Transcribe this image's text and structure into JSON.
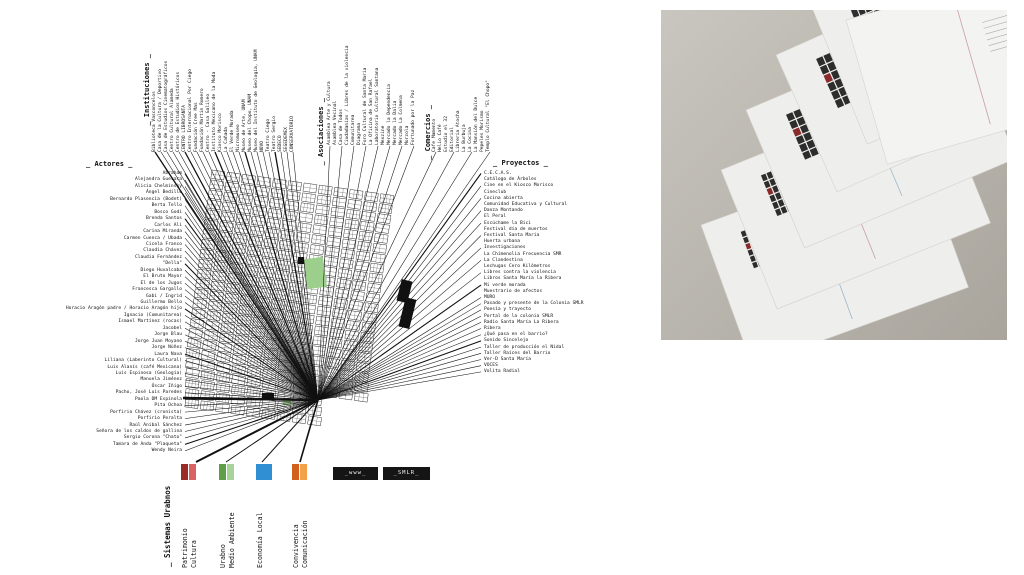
{
  "headings": {
    "actores": "Actores",
    "instituciones": "Instituciones",
    "asociaciones": "Asociaciones",
    "comercios": "Comercios",
    "proyectos": "Proyectos"
  },
  "actores": [
    "Abraham",
    "Alejandra Guevara",
    "Alicia Chelminsky",
    "Ángel Bedillo",
    "Bernardo Plasencia (Bodet)",
    "Berta Tello",
    "Bosco Godi",
    "Brenda Santos",
    "Carlos Ali",
    "Carina Miranda",
    "Carmen Cuenca / Ubada",
    "Cicela Franco",
    "Claudia Chávez",
    "Claudia Fernández",
    "\"Della\"",
    "Diego Huvalcaba",
    "El Bruto Mayor",
    "El de los Jugos",
    "Francesca Gargallo",
    "Gabi / Ingrid",
    "Guillermo Bello",
    "Horacio Aragón padre / Horacio Aragón hijo",
    "Ignacio (Comunitarea)",
    "Ismael Martínez (rocas)",
    "Jacobel",
    "Jorge Blau",
    "Jorge Juan Moyano",
    "Jorge Núñez",
    "Laura Nava",
    "Liliana (Laberinto Cultural)",
    "Luis Alanís (café Mexicana)",
    "Luis Espinosa (Geología)",
    "Manuela Jiménez",
    "Óscar Iñigo",
    "Pacho, José Luis Paredes",
    "Paola DM Espinola",
    "Pita Ochoa",
    "Porfirio Chávez (cronista)",
    "Porfirio Peralta",
    "Raúl Aníbal Sánchez",
    "Señora de los caldos de gallina",
    "Sergio Corona \"Chato\"",
    "Tamara de Anda \"Plaqueta\"",
    "Wendy Neira"
  ],
  "instituciones": [
    "Biblioteca Vasconcelos",
    "Casa de la Cultura / Deportivo",
    "Casa de Estudios Cinematográficos",
    "Centro Cultural Alameda",
    "Centro de Estudios Históricos",
    "CENTRO LIBROSANTA",
    "Centro Internacional Por Ciego",
    "Fundación Cree Mas",
    "Fundación Martín Romero",
    "Centro - Casa Galileo",
    "Instituto Mexicano de la Moda",
    "Kiosco Morisco",
    "La Cañada",
    "El Verde Morada",
    "Micromuseo",
    "Museo de Arte, UNAM",
    "Museo del Chopo, UNAM",
    "Museo del Instituto de Geología, UNAM",
    "NOVO",
    "Teatro Ciego",
    "Teatro Sergio",
    "SEDECO",
    "SEGEDEMEX",
    "CONSERVATORIO"
  ],
  "asociaciones": [
    "Asamblea Arte y Cultura",
    "Asamblea Vecinal",
    "Casa de Todos",
    "Ciudadanías / Libres de la violencia",
    "Comunitarea",
    "Diagrama",
    "Foro Cultural de Santa María",
    "La Oficina de San Rafael",
    "Laboratorio Cultural Santana",
    "Mexzine",
    "Mercado la Dependencia",
    "Mercado la Dalia",
    "Mercado La Colmena",
    "Morzola",
    "Fortunado por la Paz"
  ],
  "comercios": [
    "Cafe Mamento",
    "Helio Café",
    "Estudio el 32",
    "Editorial",
    "Librería Atocha",
    "La Burbuja",
    "La Cocina",
    "La Mansión del Dulce",
    "Pepeles Morismo",
    "Templo Cultural \"El Chopo\""
  ],
  "proyectos": [
    "C.E.C.A.S.",
    "Catálogo de Árboles",
    "Cine en el Kiosco Morisco",
    "Cineclub",
    "Cocina abierta",
    "Comunidad Educativa y Cultural",
    "Danza Montando",
    "El Peral",
    "Escúchame la Bici",
    "Festival día de muertos",
    "Festival Santa María",
    "Huerta urbana",
    "Investigaciones",
    "La Chimenolia Frecuencia SMR",
    "La Clandestina",
    "Lechugas Cero Kilómetros",
    "Libres contra la violencia",
    "Libros Santa María la Ribera",
    "Mi verde morada",
    "Muestrario de afectos",
    "MURO",
    "Pasado y presente de la Colonia SMLR",
    "Poesía y trayecto",
    "Portal de la colonia SMLR",
    "Radio Santa María La Ribera",
    "Ribera",
    "¿Qué pasa en el barrio?",
    "Sonido Sincelejo",
    "Taller de producción el Nidal",
    "Taller Raíces del Barrio",
    "Ver-D Santa María",
    "VOCES",
    "Volita Radial"
  ],
  "sistemas": {
    "title": "Sistemas Urabnos",
    "items": [
      {
        "lines": [
          "Patrimonio",
          "Cultura"
        ],
        "colors": [
          "#9c2a26",
          "#d96363"
        ]
      },
      {
        "lines": [
          "Urabno",
          "Medio Ambiente"
        ],
        "colors": [
          "#5f9f4a",
          "#a8d49a"
        ]
      },
      {
        "lines": [
          "Economía Local"
        ],
        "colors": [
          "#2f8fd2"
        ]
      },
      {
        "lines": [
          "Convivencia",
          "Comunicación"
        ],
        "colors": [
          "#d2601d",
          "#f2a04a"
        ]
      }
    ],
    "tags": [
      "_www_",
      "_SMLR_"
    ]
  }
}
